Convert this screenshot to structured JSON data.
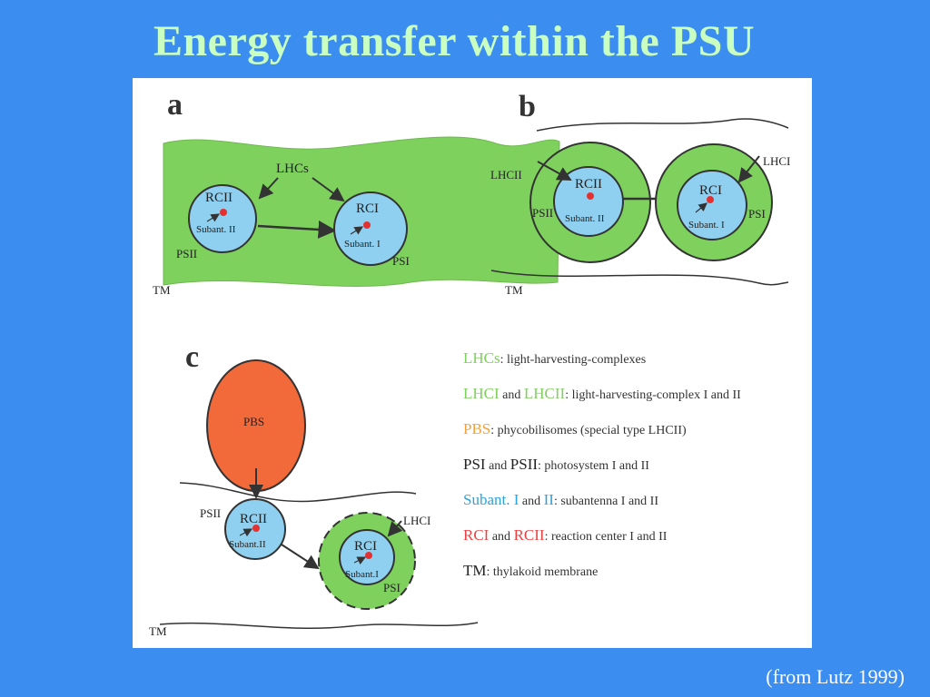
{
  "slide": {
    "title": "Energy transfer within the PSU",
    "citation": "(from Lutz 1999)"
  },
  "colors": {
    "background": "#3b8ef0",
    "title": "#c9ffc1",
    "lhc_green": "#7fd15e",
    "rc_blue": "#8fd0f0",
    "pbs_orange": "#f26a3a",
    "center_dot": "#e53030"
  },
  "diagram_a": {
    "panel_label": "a",
    "lhcs": "LHCs",
    "rcii": "RCII",
    "subant_ii": "Subant. II",
    "psii": "PSII",
    "rci": "RCI",
    "subant_i": "Subant. I",
    "psi": "PSI",
    "tm": "TM"
  },
  "diagram_b": {
    "panel_label": "b",
    "lhcii": "LHCII",
    "psii": "PSII",
    "rcii": "RCII",
    "subant_ii": "Subant. II",
    "lhci": "LHCI",
    "rci": "RCI",
    "subant_i": "Subant. I",
    "psi": "PSI",
    "tm": "TM"
  },
  "diagram_c": {
    "panel_label": "c",
    "pbs": "PBS",
    "psii": "PSII",
    "rcii": "RCII",
    "subant_ii": "Subant.II",
    "lhci": "LHCI",
    "rci": "RCI",
    "subant_i": "Subant.I",
    "psi": "PSI",
    "tm": "TM"
  },
  "legend": [
    {
      "parts": [
        {
          "text": "LHCs",
          "role": "green"
        },
        {
          "text": ": light-harvesting-complexes",
          "role": "plain"
        }
      ]
    },
    {
      "parts": [
        {
          "text": "LHCI",
          "role": "green"
        },
        {
          "text": " and ",
          "role": "plain"
        },
        {
          "text": "LHCII",
          "role": "green"
        },
        {
          "text": ": light-harvesting-complex I and II",
          "role": "plain"
        }
      ]
    },
    {
      "parts": [
        {
          "text": "PBS",
          "role": "orange"
        },
        {
          "text": ": phycobilisomes (special  type LHCII)",
          "role": "plain"
        }
      ]
    },
    {
      "parts": [
        {
          "text": "PSI",
          "role": "black"
        },
        {
          "text": " and ",
          "role": "plain"
        },
        {
          "text": "PSII",
          "role": "black"
        },
        {
          "text": ": photosystem I and II",
          "role": "plain"
        }
      ]
    },
    {
      "parts": [
        {
          "text": "Subant. I",
          "role": "blue"
        },
        {
          "text": " and ",
          "role": "plain"
        },
        {
          "text": "II",
          "role": "blue"
        },
        {
          "text": ": subantenna I and II",
          "role": "plain"
        }
      ]
    },
    {
      "parts": [
        {
          "text": "RCI",
          "role": "red"
        },
        {
          "text": " and ",
          "role": "plain"
        },
        {
          "text": "RCII",
          "role": "red"
        },
        {
          "text": ": reaction center I and II",
          "role": "plain"
        }
      ]
    },
    {
      "parts": [
        {
          "text": "TM",
          "role": "black"
        },
        {
          "text": ": thylakoid  membrane",
          "role": "plain"
        }
      ]
    }
  ]
}
